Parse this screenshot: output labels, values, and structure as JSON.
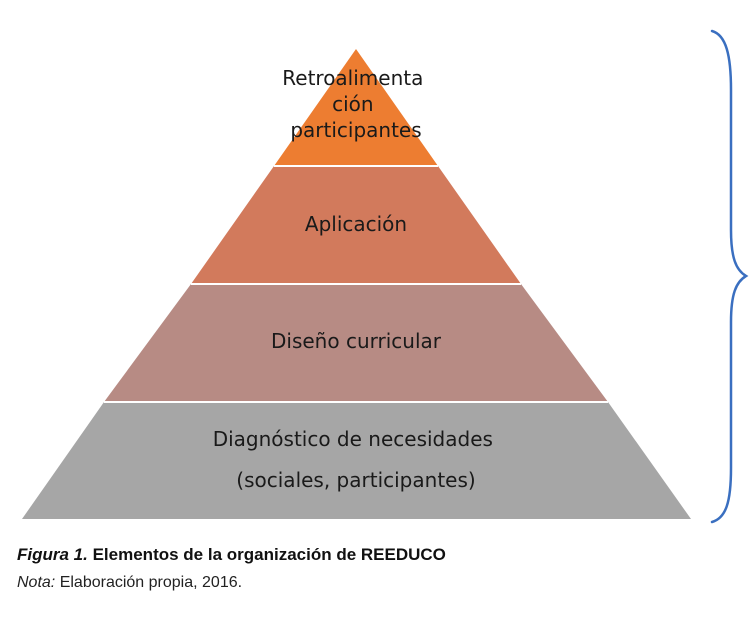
{
  "diagram": {
    "levels": [
      {
        "id": "top",
        "lines": [
          "Retroalimenta",
          "ción",
          "participantes"
        ],
        "color": "#ED7D31"
      },
      {
        "id": "second",
        "lines": [
          "Aplicación"
        ],
        "color": "#D27A5C"
      },
      {
        "id": "third",
        "lines": [
          "Diseño curricular"
        ],
        "color": "#B78B84"
      },
      {
        "id": "base",
        "lines": [
          "Diagnóstico de necesidades",
          "(sociales, participantes)"
        ],
        "color": "#A6A6A6"
      }
    ],
    "separator_color": "#ffffff",
    "brace_color": "#3A6FC0"
  },
  "caption": {
    "figure_label": "Figura 1.",
    "figure_title": "Elementos de la organización de REEDUCO"
  },
  "note": {
    "label": "Nota:",
    "text": "Elaboración propia, 2016."
  }
}
